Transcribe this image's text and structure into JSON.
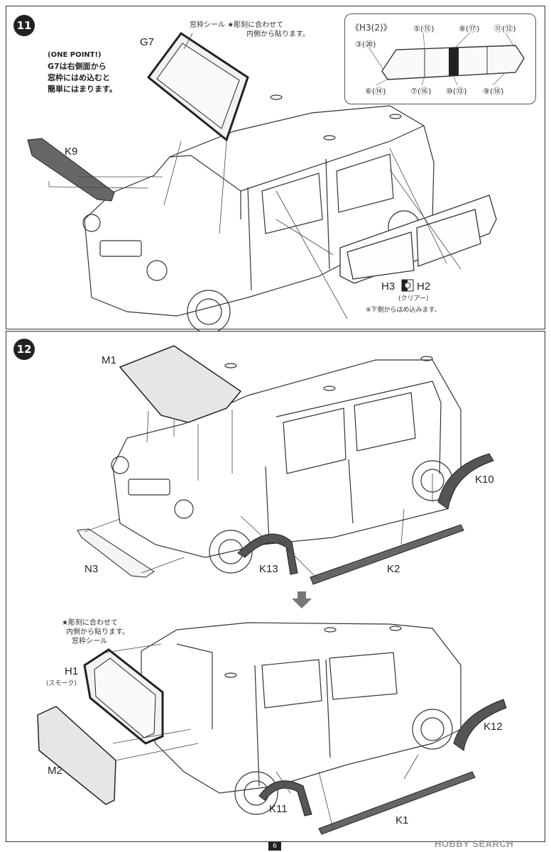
{
  "page_number": "6",
  "watermark": "HOBBY SEARCH",
  "step11": {
    "number": "11",
    "sticker_label": "窓枠シール",
    "sticker_note_line1": "★彫刻に合わせて",
    "sticker_note_line2": "内側から貼ります。",
    "onepoint_title": "(ONE POINT!)",
    "onepoint_lines": [
      "G7は右側面から",
      "窓枠にはめ込むと",
      "簡単にはまります。"
    ],
    "parts": {
      "g7": "G7",
      "k9": "K9",
      "h3": "H3",
      "h2": "H2"
    },
    "clear_label": "(クリアー)",
    "insert_note": "※下側からはめ込みます。",
    "inset": {
      "title": "《H3(2)》",
      "top_labels": [
        "⑤(⑮)",
        "⑧(⑰)",
        "⑪(⑫)"
      ],
      "left_label": "③(⑳)",
      "bottom_labels": [
        "⑥(⑭)",
        "⑦(⑯)",
        "⑩(⑬)",
        "⑨(⑱)"
      ]
    }
  },
  "step12": {
    "number": "12",
    "parts_upper": {
      "m1": "M1",
      "k10": "K10",
      "n3": "N3",
      "k13": "K13",
      "k2": "K2"
    },
    "sticker_note_line1": "★彫刻に合わせて",
    "sticker_note_line2": "内側から貼ります。",
    "sticker_label": "窓枠シール",
    "parts_lower": {
      "h1": "H1",
      "m2": "M2",
      "k12": "K12",
      "k11": "K11",
      "k1": "K1"
    },
    "smoke_label": "(スモーク)"
  }
}
